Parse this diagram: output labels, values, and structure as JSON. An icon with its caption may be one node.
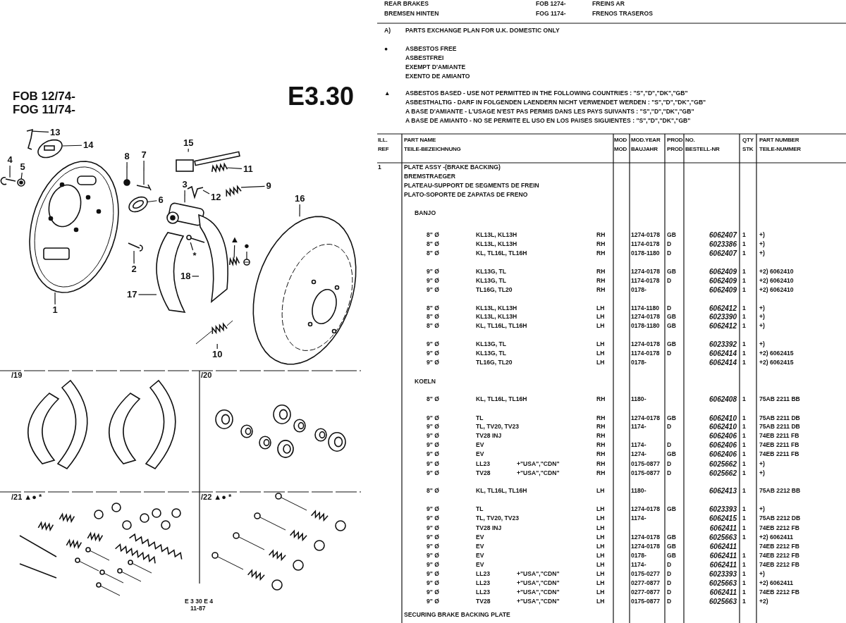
{
  "diagram": {
    "nodes": [
      {
        "text": [
          "13"
        ]
      },
      {
        "text": [
          "14"
        ]
      },
      {
        "text": [
          "4"
        ]
      },
      {
        "text": [
          "5"
        ]
      },
      {
        "text": [
          "8"
        ]
      },
      {
        "text": [
          "7"
        ]
      },
      {
        "text": [
          "15"
        ]
      },
      {
        "text": [
          "11"
        ]
      },
      {
        "text": [
          "3"
        ]
      },
      {
        "text": [
          "9"
        ]
      },
      {
        "text": [
          "12"
        ]
      },
      {
        "text": [
          "6"
        ]
      },
      {
        "text": [
          "16"
        ]
      },
      {
        "text": [
          "2"
        ]
      },
      {
        "text": [
          "*"
        ]
      },
      {
        "text": [
          "▲"
        ]
      },
      {
        "text": [
          "●"
        ]
      },
      {
        "text": [
          "18"
        ]
      },
      {
        "text": [
          "17"
        ]
      },
      {
        "text": [
          "1"
        ]
      },
      {
        "text": [
          "10"
        ]
      },
      {
        "text": [],
        "shape": "picture"
      },
      {
        "text": [],
        "shape": "picture"
      },
      {
        "text": [],
        "shape": "picture"
      },
      {
        "text": [],
        "shape": "picture"
      },
      {
        "text": [],
        "shape": "circle"
      },
      {
        "text": [],
        "shape": "picture"
      },
      {
        "text": [],
        "shape": "picture"
      },
      {
        "text": [],
        "shape": "picture"
      },
      {
        "text": [],
        "shape": "picture"
      },
      {
        "text": [],
        "shape": "picture"
      },
      {
        "text": [],
        "shape": "picture"
      },
      {
        "text": [],
        "shape": "picture"
      },
      {
        "text": [],
        "shape": "picture"
      },
      {
        "text": [],
        "shape": "picture"
      },
      {
        "text": [],
        "shape": "picture"
      },
      {
        "text": [],
        "shape": "picture"
      },
      {
        "text": [],
        "shape": "picture"
      },
      {
        "text": [],
        "shape": "picture"
      },
      {
        "text": [],
        "shape": "picture"
      },
      {
        "text": [],
        "shape": "picture"
      },
      {
        "text": [],
        "shape": "picture"
      }
    ],
    "edges": [
      {
        "from": 0,
        "to": 21,
        "arrow": "none"
      },
      {
        "from": 1,
        "to": 22,
        "arrow": "none"
      },
      {
        "from": 2,
        "to": 23,
        "arrow": "none"
      },
      {
        "from": 3,
        "to": 24,
        "arrow": "none"
      },
      {
        "from": 4,
        "to": 25,
        "arrow": "none"
      },
      {
        "from": 5,
        "to": 26,
        "arrow": "none"
      },
      {
        "from": 6,
        "to": 27,
        "arrow": "none"
      },
      {
        "from": 7,
        "to": 28,
        "arrow": "none"
      },
      {
        "from": 8,
        "to": 29,
        "arrow": "none"
      },
      {
        "from": 9,
        "to": 30,
        "arrow": "none"
      },
      {
        "from": 10,
        "to": 31,
        "arrow": "none"
      },
      {
        "from": 11,
        "to": 32,
        "arrow": "none"
      },
      {
        "from": 12,
        "to": 33,
        "arrow": "none"
      },
      {
        "from": 13,
        "to": 34,
        "arrow": "none"
      },
      {
        "from": 14,
        "to": 35,
        "arrow": "none"
      },
      {
        "from": 15,
        "to": 36,
        "arrow": "none"
      },
      {
        "from": 16,
        "to": 37,
        "arrow": "none"
      },
      {
        "from": 17,
        "to": 38,
        "arrow": "none"
      },
      {
        "from": 18,
        "to": 39,
        "arrow": "none"
      },
      {
        "from": 19,
        "to": 40,
        "arrow": "none"
      },
      {
        "from": 20,
        "to": 41,
        "arrow": "none"
      }
    ],
    "labels": [
      "REAR BRAKES",
      "FOB 1274-",
      "FREINS AR",
      "BREMSEN HINTEN",
      "FOG 1174-",
      "FRENOS TRASEROS",
      "A)",
      "PARTS EXCHANGE PLAN FOR U.K. DOMESTIC ONLY",
      "●",
      "ASBESTOS FREE",
      "ASBESTFREI",
      "EXEMPT D'AMIANTE",
      "EXENTO DE AMIANTO",
      "▲",
      "ASBESTOS BASED - USE NOT PERMITTED IN THE FOLLOWING COUNTRIES : \"S\",\"D\",\"DK\",\"GB\"",
      "ASBESTHALTIG - DARF IN FOLGENDEN LAENDERN NICHT VERWENDET WERDEN : \"S\",\"D\",\"DK\",\"GB\"",
      "A BASE D'AMIANTE - L'USAGE N'EST PAS PERMIS DANS LES PAYS SUIVANTS : \"S\",\"D\",\"DK\",\"GB\"",
      "A BASE DE AMIANTO - NO SE PERMITE EL USO EN LOS PAISES SIGUIENTES : \"S\",\"D\",\"DK\",\"GB\"",
      "FOB 12/74-",
      "FOG 11/74-",
      "E3.30",
      "/19",
      "/20",
      "/21 ▲● *",
      "/22 ▲● *",
      "E 3 30 E 4",
      "11-87",
      "ILL.",
      "PART NAME",
      "MOD",
      "MOD.YEAR",
      "PROD",
      "NO.",
      "QTY",
      "PART NUMBER",
      "REF",
      "TEILE-BEZEICHNUNG",
      "MOD",
      "BAUJAHR",
      "PROD",
      "BESTELL-NR",
      "STK",
      "TEILE-NUMMER",
      "1",
      "PLATE ASSY -(BRAKE BACKING)",
      "BREMSTRAEGER",
      "PLATEAU-SUPPORT DE SEGMENTS DE FREIN",
      "PLATO-SOPORTE DE ZAPATAS DE FRENO",
      "BANJO",
      "8\" Ø",
      "KL13L, KL13H",
      "RH",
      "1274-0178",
      "GB",
      "6062407",
      "1",
      "+)",
      "8\" Ø",
      "KL13L, KL13H",
      "RH",
      "1174-0178",
      "D",
      "6023386",
      "1",
      "+)",
      "8\" Ø",
      "KL, TL16L, TL16H",
      "RH",
      "0178-1180",
      "D",
      "6062407",
      "1",
      "+)",
      "9\" Ø",
      "KL13G, TL",
      "RH",
      "1274-0178",
      "GB",
      "6062409",
      "1",
      "+2) 6062410",
      "9\" Ø",
      "KL13G, TL",
      "RH",
      "1174-0178",
      "D",
      "6062409",
      "1",
      "+2) 6062410",
      "9\" Ø",
      "TL16G, TL20",
      "RH",
      "0178-",
      "6062409",
      "1",
      "+2) 6062410",
      "8\" Ø",
      "KL13L, KL13H",
      "LH",
      "1174-1180",
      "D",
      "6062412",
      "1",
      "+)",
      "8\" Ø",
      "KL13L, KL13H",
      "LH",
      "1274-0178",
      "GB",
      "6023390",
      "1",
      "+)",
      "8\" Ø",
      "KL, TL16L, TL16H",
      "LH",
      "0178-1180",
      "GB",
      "6062412",
      "1",
      "+)",
      "9\" Ø",
      "KL13G, TL",
      "LH",
      "1274-0178",
      "GB",
      "6023392",
      "1",
      "+)",
      "9\" Ø",
      "KL13G, TL",
      "LH",
      "1174-0178",
      "D",
      "6062414",
      "1",
      "+2) 6062415",
      "9\" Ø",
      "TL16G, TL20",
      "LH",
      "0178-",
      "6062414",
      "1",
      "+2) 6062415",
      "KOELN",
      "8\" Ø",
      "KL, TL16L, TL16H",
      "RH",
      "1180-",
      "6062408",
      "1",
      "75AB 2211 BB",
      "9\" Ø",
      "TL",
      "RH",
      "1274-0178",
      "GB",
      "6062410",
      "1",
      "75AB 2211 DB",
      "9\" Ø",
      "TL, TV20, TV23",
      "RH",
      "1174-",
      "D",
      "6062410",
      "1",
      "75AB 2211 DB",
      "9\" Ø",
      "TV28 INJ",
      "RH",
      "6062406",
      "1",
      "74EB 2211 FB",
      "9\" Ø",
      "EV",
      "RH",
      "1174-",
      "D",
      "6062406",
      "1",
      "74EB 2211 FB",
      "9\" Ø",
      "EV",
      "RH",
      "1274-",
      "GB",
      "6062406",
      "1",
      "74EB 2211 FB",
      "9\" Ø",
      "LL23",
      "+\"USA\",\"CDN\"",
      "RH",
      "0175-0877",
      "D",
      "6025662",
      "1",
      "+)",
      "9\" Ø",
      "TV28",
      "+\"USA\",\"CDN\"",
      "RH",
      "0175-0877",
      "D",
      "6025662",
      "1",
      "+)",
      "8\" Ø",
      "KL, TL16L, TL16H",
      "LH",
      "1180-",
      "6062413",
      "1",
      "75AB 2212 BB",
      "9\" Ø",
      "TL",
      "LH",
      "1274-0178",
      "GB",
      "6023393",
      "1",
      "+)",
      "9\" Ø",
      "TL, TV20, TV23",
      "LH",
      "1174-",
      "6062415",
      "1",
      "75AB 2212 DB",
      "9\" Ø",
      "TV28 INJ",
      "LH",
      "6062411",
      "1",
      "74EB 2212 FB",
      "9\" Ø",
      "EV",
      "LH",
      "1274-0178",
      "GB",
      "6025663",
      "1",
      "+2) 6062411",
      "9\" Ø",
      "EV",
      "LH",
      "1274-0178",
      "GB",
      "6062411",
      "74EB 2212 FB",
      "9\" Ø",
      "EV",
      "LH",
      "0178-",
      "GB",
      "6062411",
      "1",
      "74EB 2212 FB",
      "9\" Ø",
      "EV",
      "LH",
      "1174-",
      "D",
      "6062411",
      "1",
      "74EB 2212 FB",
      "9\" Ø",
      "LL23",
      "+\"USA\",\"CDN\"",
      "LH",
      "0175-0277",
      "D",
      "6023393",
      "1",
      "+)",
      "9\" Ø",
      "LL23",
      "+\"USA\",\"CDN\"",
      "LH",
      "0277-0877",
      "D",
      "6025663",
      "1",
      "+2) 6062411",
      "9\" Ø",
      "LL23",
      "+\"USA\",\"CDN\"",
      "LH",
      "0277-0877",
      "D",
      "6062411",
      "1",
      "74EB 2212 FB",
      "9\" Ø",
      "TV28",
      "+\"USA\",\"CDN\"",
      "LH",
      "0175-0877",
      "D",
      "6025663",
      "1",
      "+2)",
      "SECURING BRAKE BACKING PLATE"
    ]
  }
}
